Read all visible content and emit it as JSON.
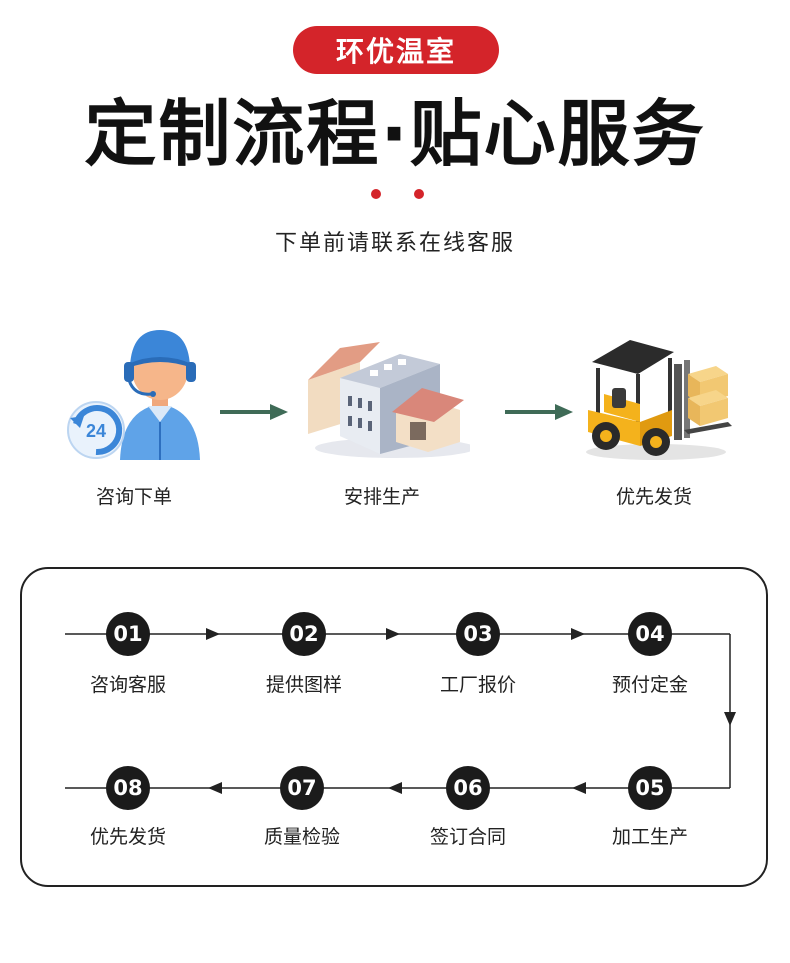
{
  "header": {
    "brand": "环优温室",
    "title": "定制流程·贴心服务",
    "subtitle": "下单前请联系在线客服"
  },
  "process": {
    "steps": [
      {
        "label": "咨询下单",
        "icon": "customer-service-icon",
        "badge": "24"
      },
      {
        "label": "安排生产",
        "icon": "factory-icon"
      },
      {
        "label": "优先发货",
        "icon": "forklift-icon"
      }
    ]
  },
  "flow": {
    "steps": [
      {
        "num": "01",
        "label": "咨询客服"
      },
      {
        "num": "02",
        "label": "提供图样"
      },
      {
        "num": "03",
        "label": "工厂报价"
      },
      {
        "num": "04",
        "label": "预付定金"
      },
      {
        "num": "05",
        "label": "加工生产"
      },
      {
        "num": "06",
        "label": "签订合同"
      },
      {
        "num": "07",
        "label": "质量检验"
      },
      {
        "num": "08",
        "label": "优先发货"
      }
    ]
  },
  "colors": {
    "accent": "#d4242a",
    "arrow_green": "#3f6b57",
    "circle": "#1b1b1b"
  }
}
